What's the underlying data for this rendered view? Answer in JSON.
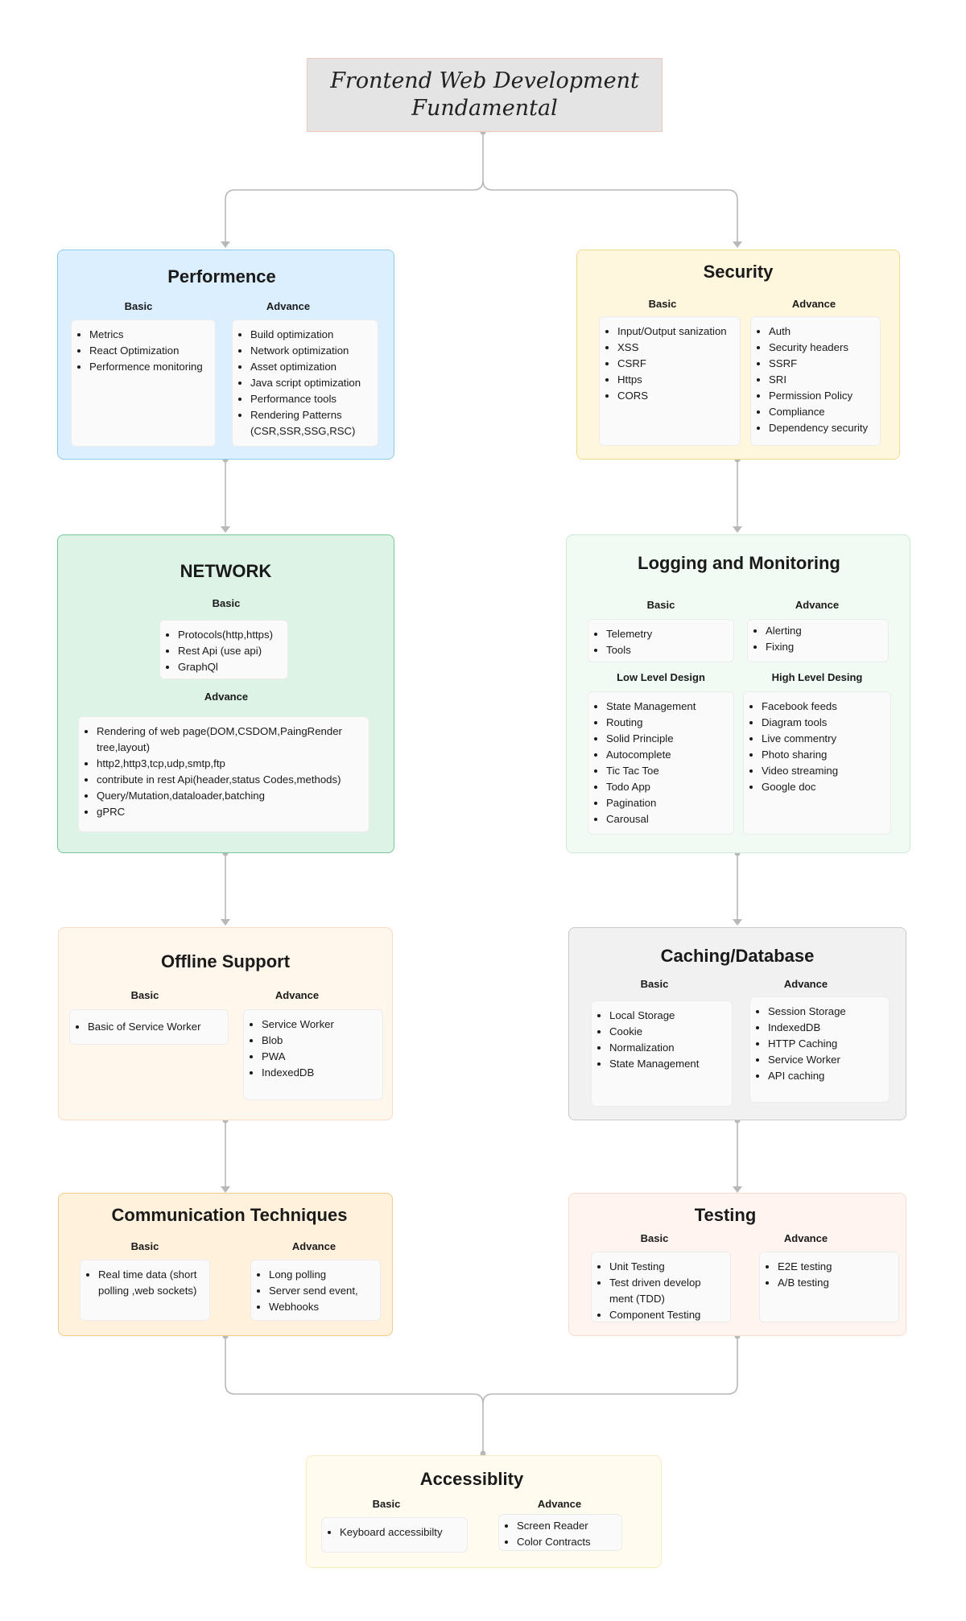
{
  "title": "Frontend Web Development\nFundamental",
  "labels": {
    "basic": "Basic",
    "advance": "Advance"
  },
  "performance": {
    "title": "Performence",
    "basic": [
      "Metrics",
      "React Optimization",
      "Performence monitoring"
    ],
    "advance": [
      "Build optimization",
      "Network optimization",
      "Asset optimization",
      "Java script optimization",
      "Performance tools",
      "Rendering Patterns (CSR,SSR,SSG,RSC)"
    ]
  },
  "security": {
    "title": "Security",
    "basic": [
      "Input/Output sanization",
      "XSS",
      "CSRF",
      "Https",
      "CORS"
    ],
    "advance": [
      "Auth",
      "Security headers",
      "SSRF",
      "SRI",
      "Permission Policy",
      "Compliance",
      "Dependency security"
    ]
  },
  "network": {
    "title": "NETWORK",
    "basic": [
      "Protocols(http,https)",
      "Rest Api (use api)",
      "GraphQl"
    ],
    "advance": [
      "Rendering of web page(DOM,CSDOM,PaingRender tree,layout)",
      "http2,http3,tcp,udp,smtp,ftp",
      "contribute in rest Api(header,status Codes,methods)",
      "Query/Mutation,dataloader,batching",
      "gPRC"
    ]
  },
  "logging": {
    "title": "Logging and Monitoring",
    "basic": [
      "Telemetry",
      "Tools"
    ],
    "advance": [
      "Alerting",
      "Fixing"
    ],
    "lld_label": "Low Level Design",
    "hld_label": "High Level Desing",
    "lld": [
      "State Management",
      "Routing",
      "Solid Principle",
      "Autocomplete",
      "Tic Tac Toe",
      "Todo App",
      "Pagination",
      "Carousal"
    ],
    "hld": [
      "Facebook feeds",
      "Diagram tools",
      "Live commentry",
      "Photo sharing",
      "Video streaming",
      "Google doc"
    ]
  },
  "offline": {
    "title": "Offline Support",
    "basic": [
      "Basic of Service Worker"
    ],
    "advance": [
      "Service Worker",
      "Blob",
      "PWA",
      "IndexedDB"
    ]
  },
  "caching": {
    "title": "Caching/Database",
    "basic": [
      "Local Storage",
      "Cookie",
      "Normalization",
      "State Management"
    ],
    "advance": [
      "Session Storage",
      "IndexedDB",
      "HTTP Caching",
      "Service Worker",
      "API caching"
    ]
  },
  "communication": {
    "title": "Communication Techniques",
    "basic": [
      "Real time data (short polling ,web sockets)"
    ],
    "advance": [
      "Long polling",
      "Server send event,",
      "Webhooks"
    ]
  },
  "testing": {
    "title": "Testing",
    "basic": [
      "Unit Testing",
      "Test driven develop ment (TDD)",
      "Component Testing"
    ],
    "advance": [
      "E2E testing",
      "A/B testing"
    ]
  },
  "accessibility": {
    "title": "Accessiblity",
    "basic": [
      "Keyboard accessibilty"
    ],
    "advance": [
      "Screen Reader",
      "Color Contracts"
    ]
  },
  "colors": {
    "performance": "#dcefff",
    "security": "#fff7dd",
    "network": "#ddf3e6",
    "logging": "#f1fbf3",
    "offline": "#fff6ec",
    "caching": "#f1f1f1",
    "communication": "#fff1dc",
    "testing": "#fff4f0",
    "accessibility": "#fffbee"
  }
}
